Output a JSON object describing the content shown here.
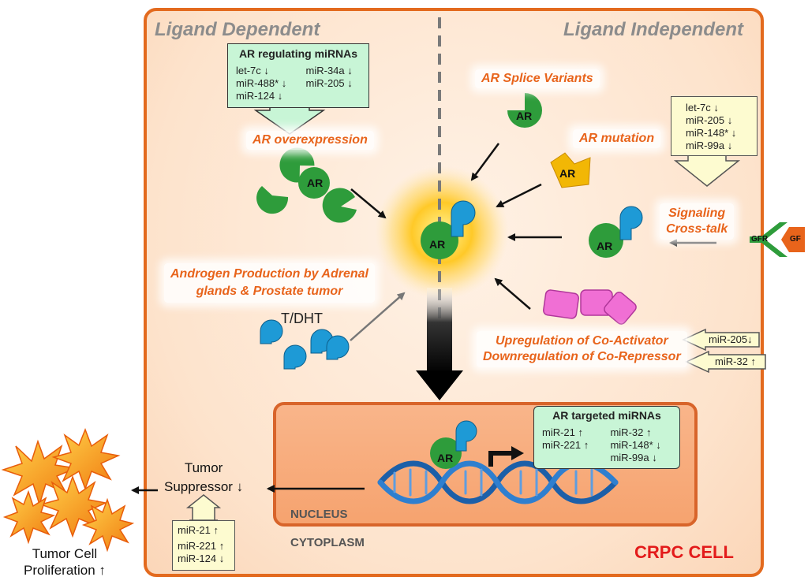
{
  "header": {
    "ligand_dependent": "Ligand Dependent",
    "ligand_independent": "Ligand Independent"
  },
  "ar_regulating": {
    "title": "AR regulating miRNAs",
    "left": [
      "let-7c ↓",
      "miR-488* ↓",
      "miR-124 ↓"
    ],
    "right": [
      "miR-34a ↓",
      "miR-205 ↓"
    ]
  },
  "labels": {
    "ar_overexpression": "AR overexpression",
    "ar_splice_variants": "AR Splice Variants",
    "ar_mutation": "AR mutation",
    "signaling_line1": "Signaling",
    "signaling_line2": "Cross-talk",
    "androgen_line1": "Androgen Production by Adrenal",
    "androgen_line2": "glands & Prostate tumor",
    "tdht": "T/DHT",
    "coactivator": "Upregulation of Co-Activator",
    "corepressor": "Downregulation of Co-Repressor",
    "ar": "AR",
    "gfr": "GFR",
    "gf": "GF",
    "nucleus": "NUCLEUS",
    "cytoplasm": "CYTOPLASM",
    "crpc": "CRPC CELL",
    "tumor_line1": "Tumor",
    "tumor_line2": "Suppressor ↓",
    "prolif_line1": "Tumor Cell",
    "prolif_line2": "Proliferation ↑"
  },
  "signaling_mirnas": [
    "let-7c ↓",
    "miR-205 ↓",
    "miR-148* ↓",
    "miR-99a ↓"
  ],
  "coactivator_mirna": "miR-205↓",
  "corepressor_mirna": "miR-32 ↑",
  "ar_targeted": {
    "title": "AR targeted miRNAs",
    "left": [
      "miR-21 ↑",
      "miR-221 ↑"
    ],
    "right": [
      "miR-32 ↑",
      "miR-148* ↓",
      "miR-99a ↓"
    ]
  },
  "tumor_suppressor_mirnas": [
    "miR-21 ↑",
    "miR-221 ↑",
    "miR-124 ↓"
  ],
  "colors": {
    "cell_border": "#e36a1e",
    "orange_text": "#e8641b",
    "crpc_red": "#e31b1b",
    "ar_green": "#2e9c3b",
    "ligand_blue": "#1e9ad6",
    "coactivator_pink": "#f06fd4",
    "mutation_yellow": "#f2b705",
    "dna_blue": "#1c5fa8"
  }
}
